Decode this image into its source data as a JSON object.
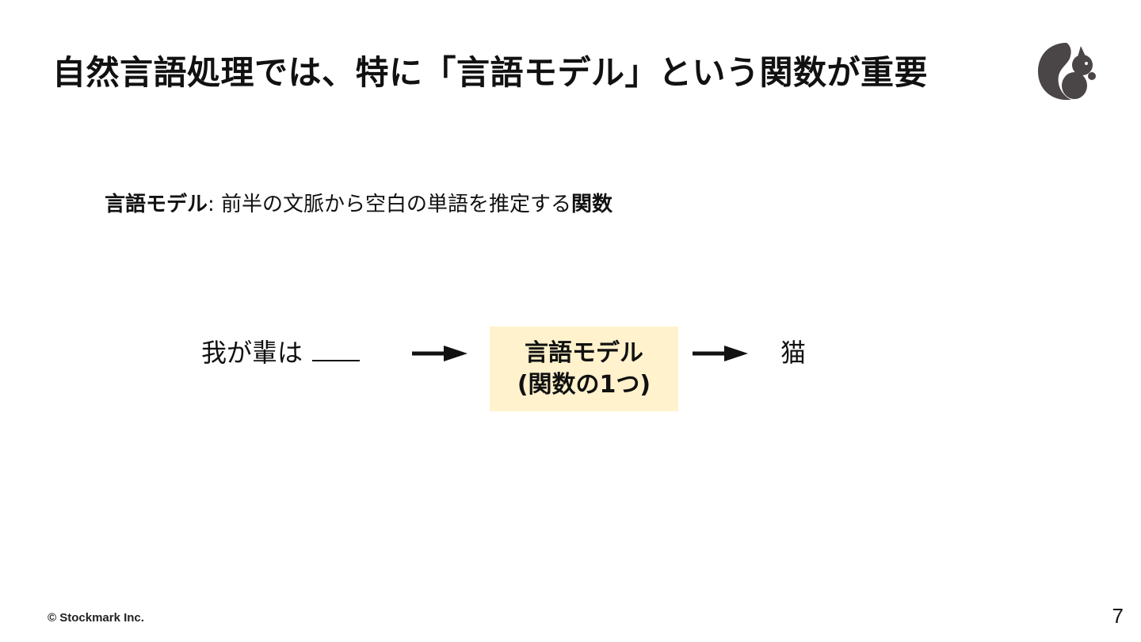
{
  "slide": {
    "title": "自然言語処理では、特に「言語モデル」という関数が重要"
  },
  "definition": {
    "term": "言語モデル",
    "separator": ":",
    "description": " 前半の文脈から空白の単語を推定する",
    "highlight": "関数"
  },
  "diagram": {
    "input_text": "我が輩は",
    "model_line_1": "言語モデル",
    "model_line_2": "(関数の1つ)",
    "output_text": "猫",
    "model_box_color": "#fff2cc"
  },
  "logo": {
    "icon": "squirrel-icon",
    "color": "#4a4546"
  },
  "footer": {
    "copyright": "© Stockmark Inc.",
    "page_number": "7"
  }
}
